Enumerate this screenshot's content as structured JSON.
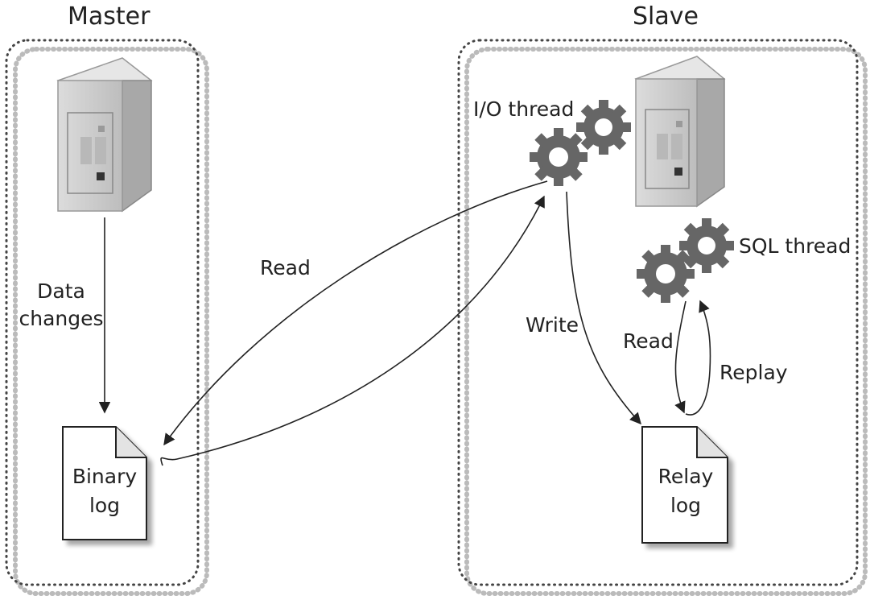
{
  "master": {
    "title": "Master",
    "data_changes_label_line1": "Data",
    "data_changes_label_line2": "changes",
    "binary_log_line1": "Binary",
    "binary_log_line2": "log"
  },
  "slave": {
    "title": "Slave",
    "io_thread_label": "I/O thread",
    "sql_thread_label": "SQL thread",
    "write_label": "Write",
    "read_label": "Read",
    "replay_label": "Replay",
    "relay_log_line1": "Relay",
    "relay_log_line2": "log"
  },
  "links": {
    "read_label": "Read"
  }
}
